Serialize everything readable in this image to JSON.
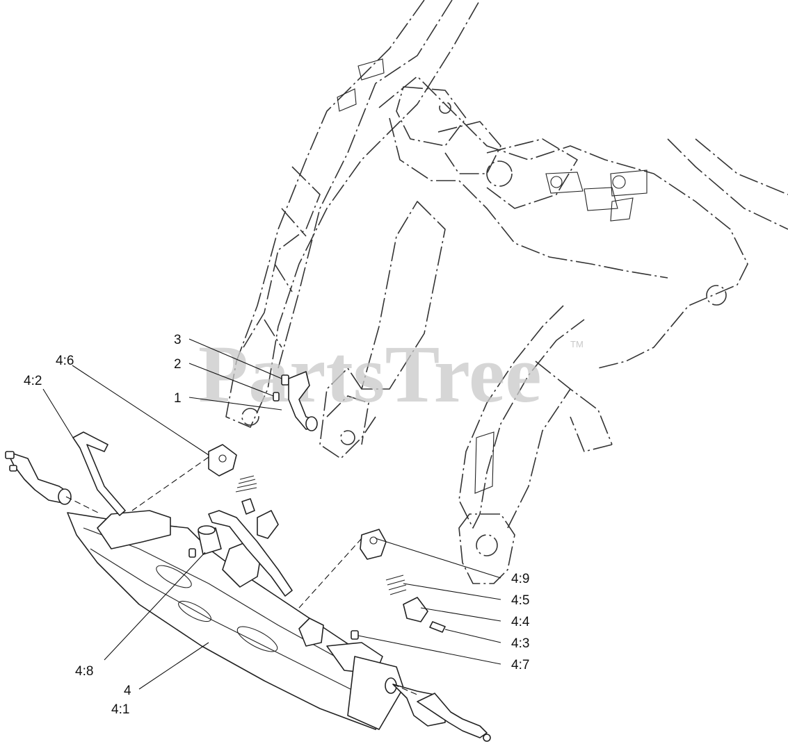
{
  "watermark": {
    "text": "PartsTree",
    "trademark": "TM"
  },
  "callouts": [
    {
      "id": "c-3",
      "label": "3"
    },
    {
      "id": "c-2",
      "label": "2"
    },
    {
      "id": "c-1",
      "label": "1"
    },
    {
      "id": "c-4-6",
      "label": "4:6"
    },
    {
      "id": "c-4-2",
      "label": "4:2"
    },
    {
      "id": "c-4-9",
      "label": "4:9"
    },
    {
      "id": "c-4-5",
      "label": "4:5"
    },
    {
      "id": "c-4-4",
      "label": "4:4"
    },
    {
      "id": "c-4-3",
      "label": "4:3"
    },
    {
      "id": "c-4-7",
      "label": "4:7"
    },
    {
      "id": "c-4-8",
      "label": "4:8"
    },
    {
      "id": "c-4",
      "label": "4"
    },
    {
      "id": "c-4-1",
      "label": "4:1"
    }
  ]
}
